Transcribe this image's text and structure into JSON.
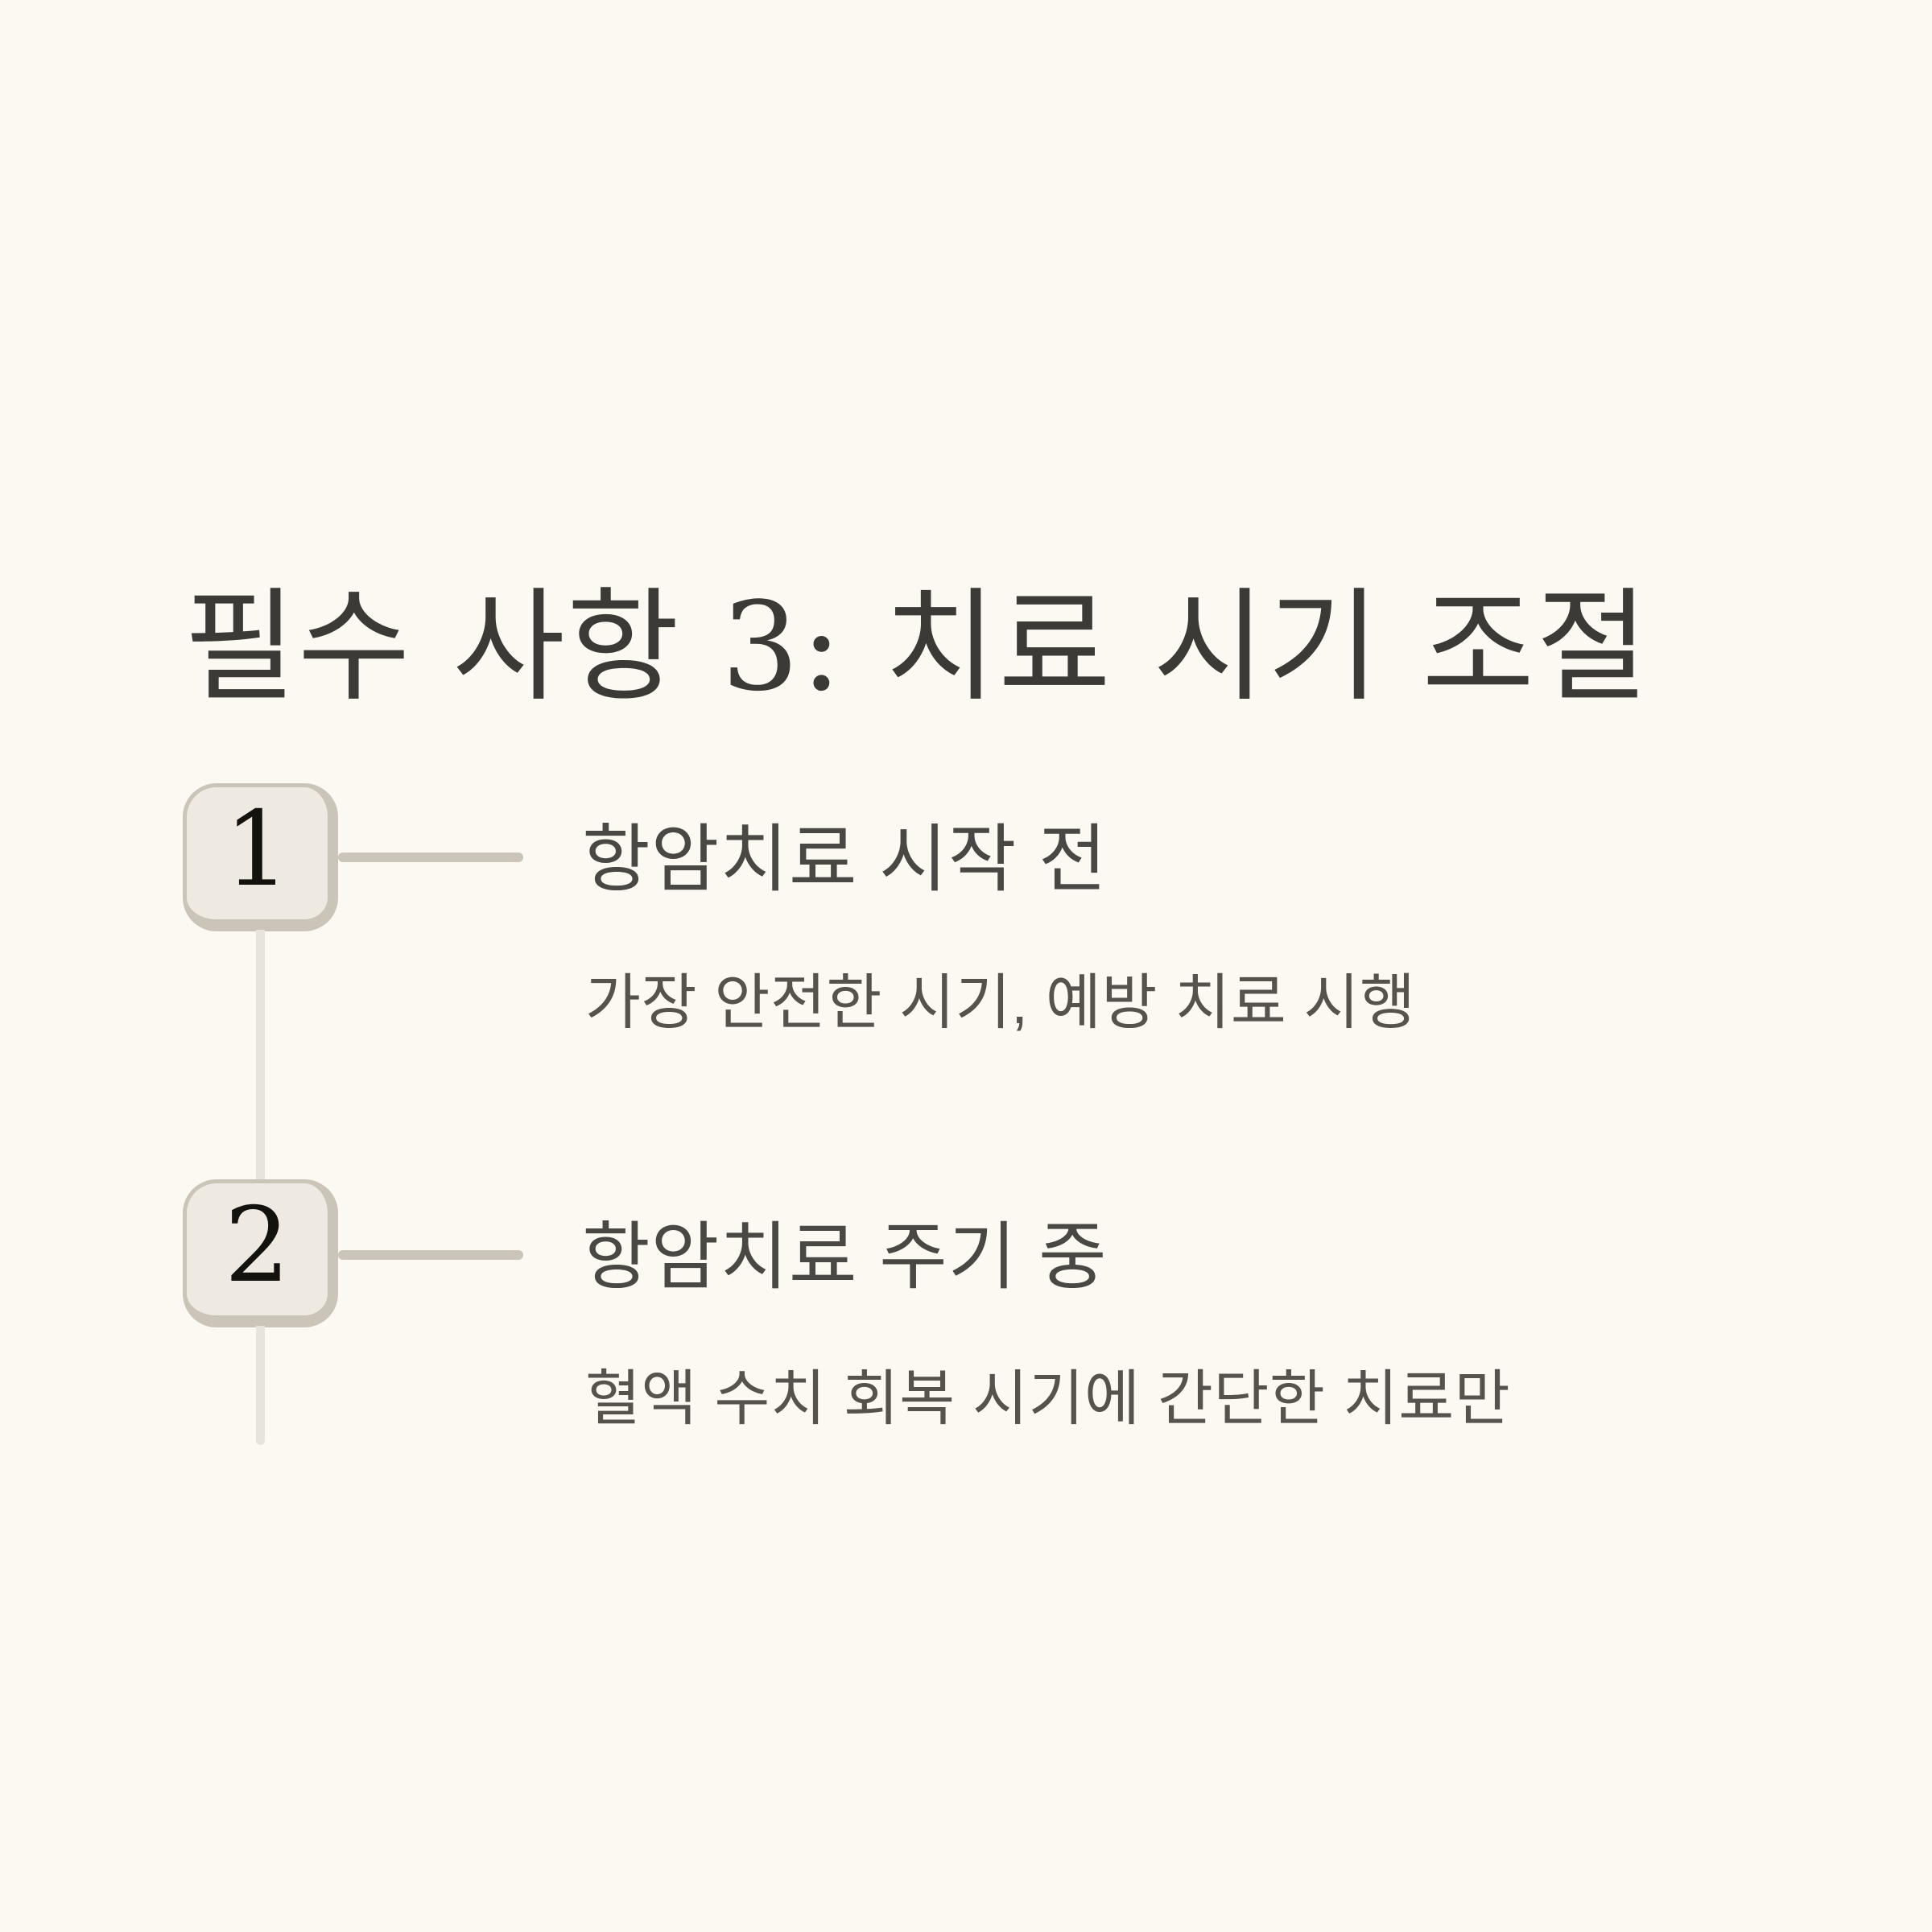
{
  "slide": {
    "background_color": "#fbf9f2",
    "title": "필수 사항 3: 치료 시기 조절",
    "title_color": "#3b3a37"
  },
  "timeline": {
    "items": [
      {
        "number": "1",
        "heading": "항암치료 시작 전",
        "description": "가장 안전한 시기, 예방 치료 시행"
      },
      {
        "number": "2",
        "heading": "항암치료 주기 중",
        "description": "혈액 수치 회복 시기에 간단한 치료만"
      }
    ],
    "colors": {
      "badge_face": "#eeeae2",
      "badge_border": "#cbc4b8",
      "connector_line": "#cbc4b8",
      "rail_line": "#e7e4dd",
      "heading_text": "#4a4844",
      "description_text": "#56534d",
      "number_text": "#14120f"
    }
  }
}
